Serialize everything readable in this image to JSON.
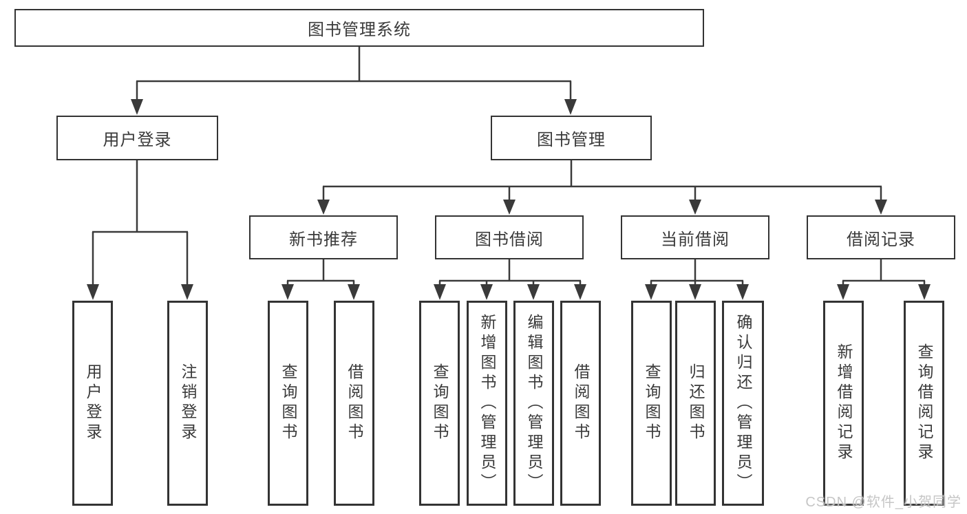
{
  "diagram": {
    "root_label": "图书管理系统",
    "level2": {
      "user_login": "用户登录",
      "book_mgmt": "图书管理"
    },
    "level3": {
      "new_books": "新书推荐",
      "book_borrow": "图书借阅",
      "current_borrow": "当前借阅",
      "borrow_records": "借阅记录"
    },
    "leaves": {
      "user_login": [
        "用户登录",
        "注销登录"
      ],
      "new_books": [
        "查询图书",
        "借阅图书"
      ],
      "book_borrow": [
        "查询图书",
        "新增图书（管理员）",
        "编辑图书（管理员）",
        "借阅图书"
      ],
      "current_borrow": [
        "查询图书",
        "归还图书",
        "确认归还（管理员）"
      ],
      "borrow_records": [
        "新增借阅记录",
        "查询借阅记录"
      ]
    }
  },
  "watermark": "CSDN @软件_小贺同学",
  "colors": {
    "line": "#3a3a3a",
    "box_border": "#333333",
    "text": "#3a3a3a",
    "watermark": "#c3c3c3",
    "background": "#ffffff"
  }
}
